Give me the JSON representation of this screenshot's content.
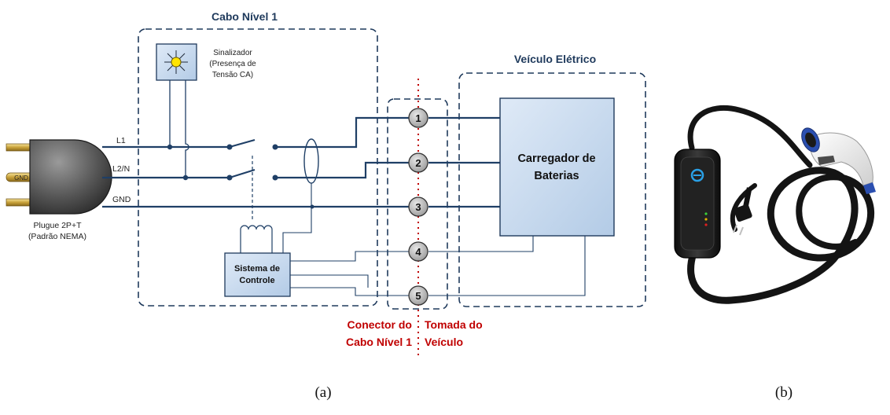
{
  "diagram_a": {
    "cable_title": "Cabo Nível 1",
    "vehicle_title": "Veículo Elétrico",
    "signal_label": [
      "Sinalizador",
      "(Presença de",
      "Tensão CA)"
    ],
    "plug_label": [
      "Plugue 2P+T",
      "(Padrão NEMA)"
    ],
    "gnd_pin_label": "GND",
    "line_labels": {
      "l1": "L1",
      "l2n": "L2/N",
      "gnd": "GND"
    },
    "control_label": [
      "Sistema de",
      "Controle"
    ],
    "charger_label": [
      "Carregador de",
      "Baterias"
    ],
    "pins": [
      "1",
      "2",
      "3",
      "4",
      "5"
    ],
    "connector_label": [
      "Conector do",
      "Cabo Nível 1"
    ],
    "inlet_label": [
      "Tomada do",
      "Veículo"
    ]
  },
  "device_b": {
    "brand_text": "",
    "status_leds": [
      "",
      "",
      ""
    ]
  },
  "captions": {
    "a": "(a)",
    "b": "(b)"
  },
  "colors": {
    "wire": "#1f3f66",
    "box_fill": "#c9dcf0",
    "dash": "#1f3a5c",
    "red_label": "#c00000",
    "plug_body": "#444444"
  }
}
